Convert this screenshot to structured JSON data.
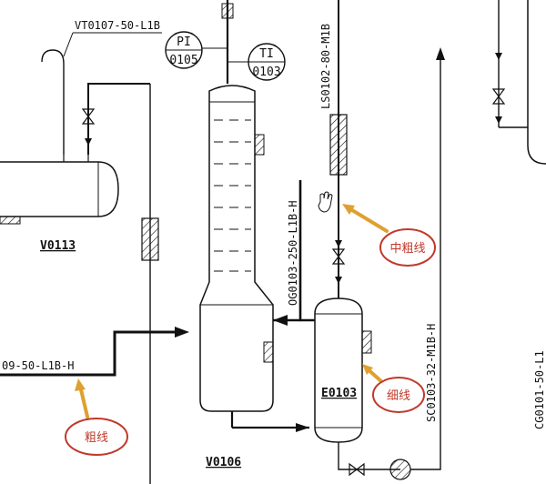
{
  "lines": {
    "vent": "VT0107-50-L1B",
    "steam": "LS0102-80-M1B",
    "overhead": "OG0103-250-L1B-H",
    "condensate": "SC0103-32-M1B-H",
    "feed": "09-50-L1B-H",
    "right_edge": "CG0101-50-L1"
  },
  "instruments": [
    {
      "tag": "PI",
      "number": "0105"
    },
    {
      "tag": "TI",
      "number": "0103"
    }
  ],
  "equipment": {
    "drum": "V0113",
    "exchanger": "E0103",
    "column": "V0106"
  },
  "callouts": {
    "thick": "粗线",
    "medium": "中粗线",
    "thin": "细线"
  },
  "colors": {
    "arrow": "#e0a030",
    "callout_ring": "#c0392b"
  }
}
